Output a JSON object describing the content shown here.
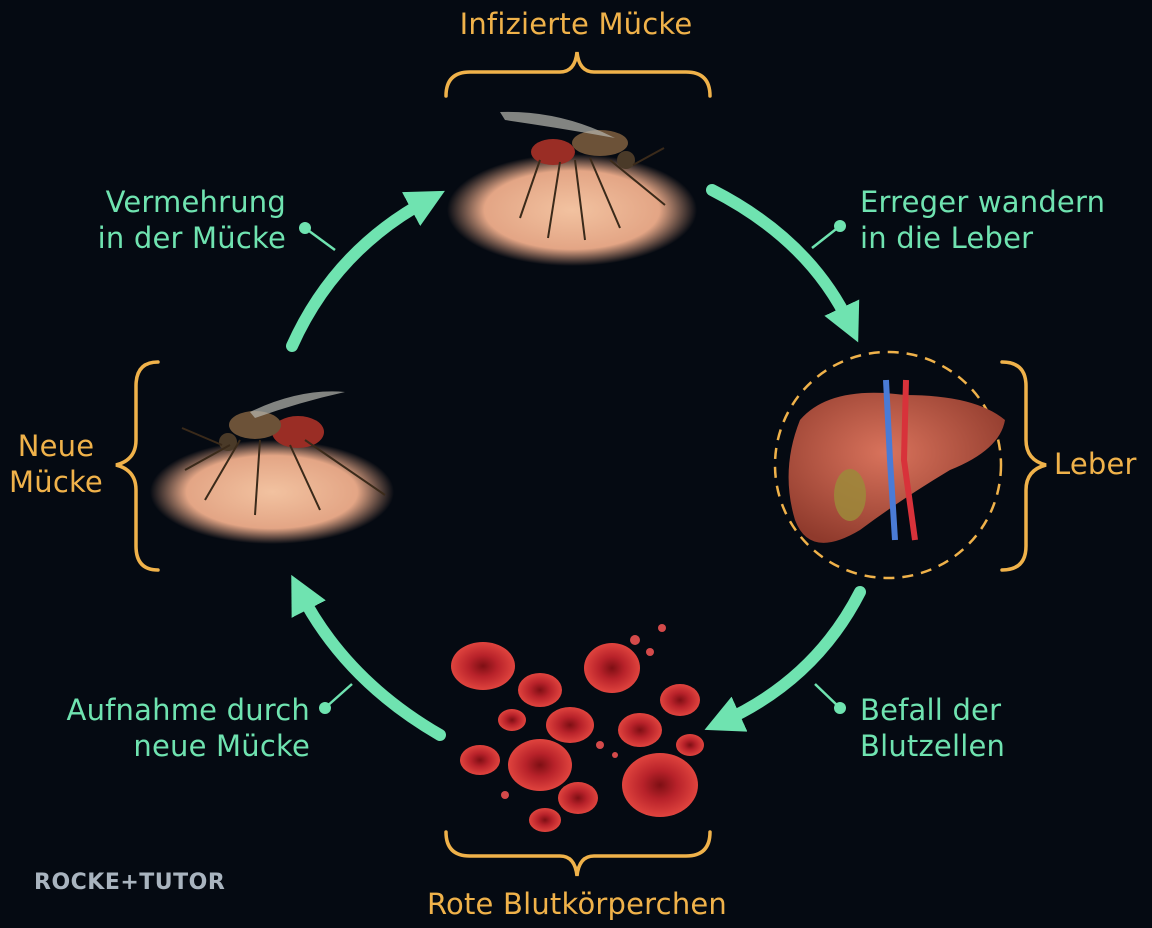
{
  "stages": {
    "infected_mosquito": "Infizierte Mücke",
    "liver": "Leber",
    "red_blood_cells": "Rote Blutkörperchen",
    "new_mosquito": "Neue\nMücke"
  },
  "transitions": {
    "to_liver": "Erreger wandern\nin die Leber",
    "blood_infection": "Befall der\nBlutzellen",
    "uptake": "Aufnahme durch\nneue Mücke",
    "multiplication": "Vermehrung\nin der Mücke"
  },
  "brand": "ROCKE+TUTOR",
  "colors": {
    "background": "#050a12",
    "bracket": "#f0b24a",
    "arrow": "#6fe3b0",
    "cells": "#c0282b"
  }
}
